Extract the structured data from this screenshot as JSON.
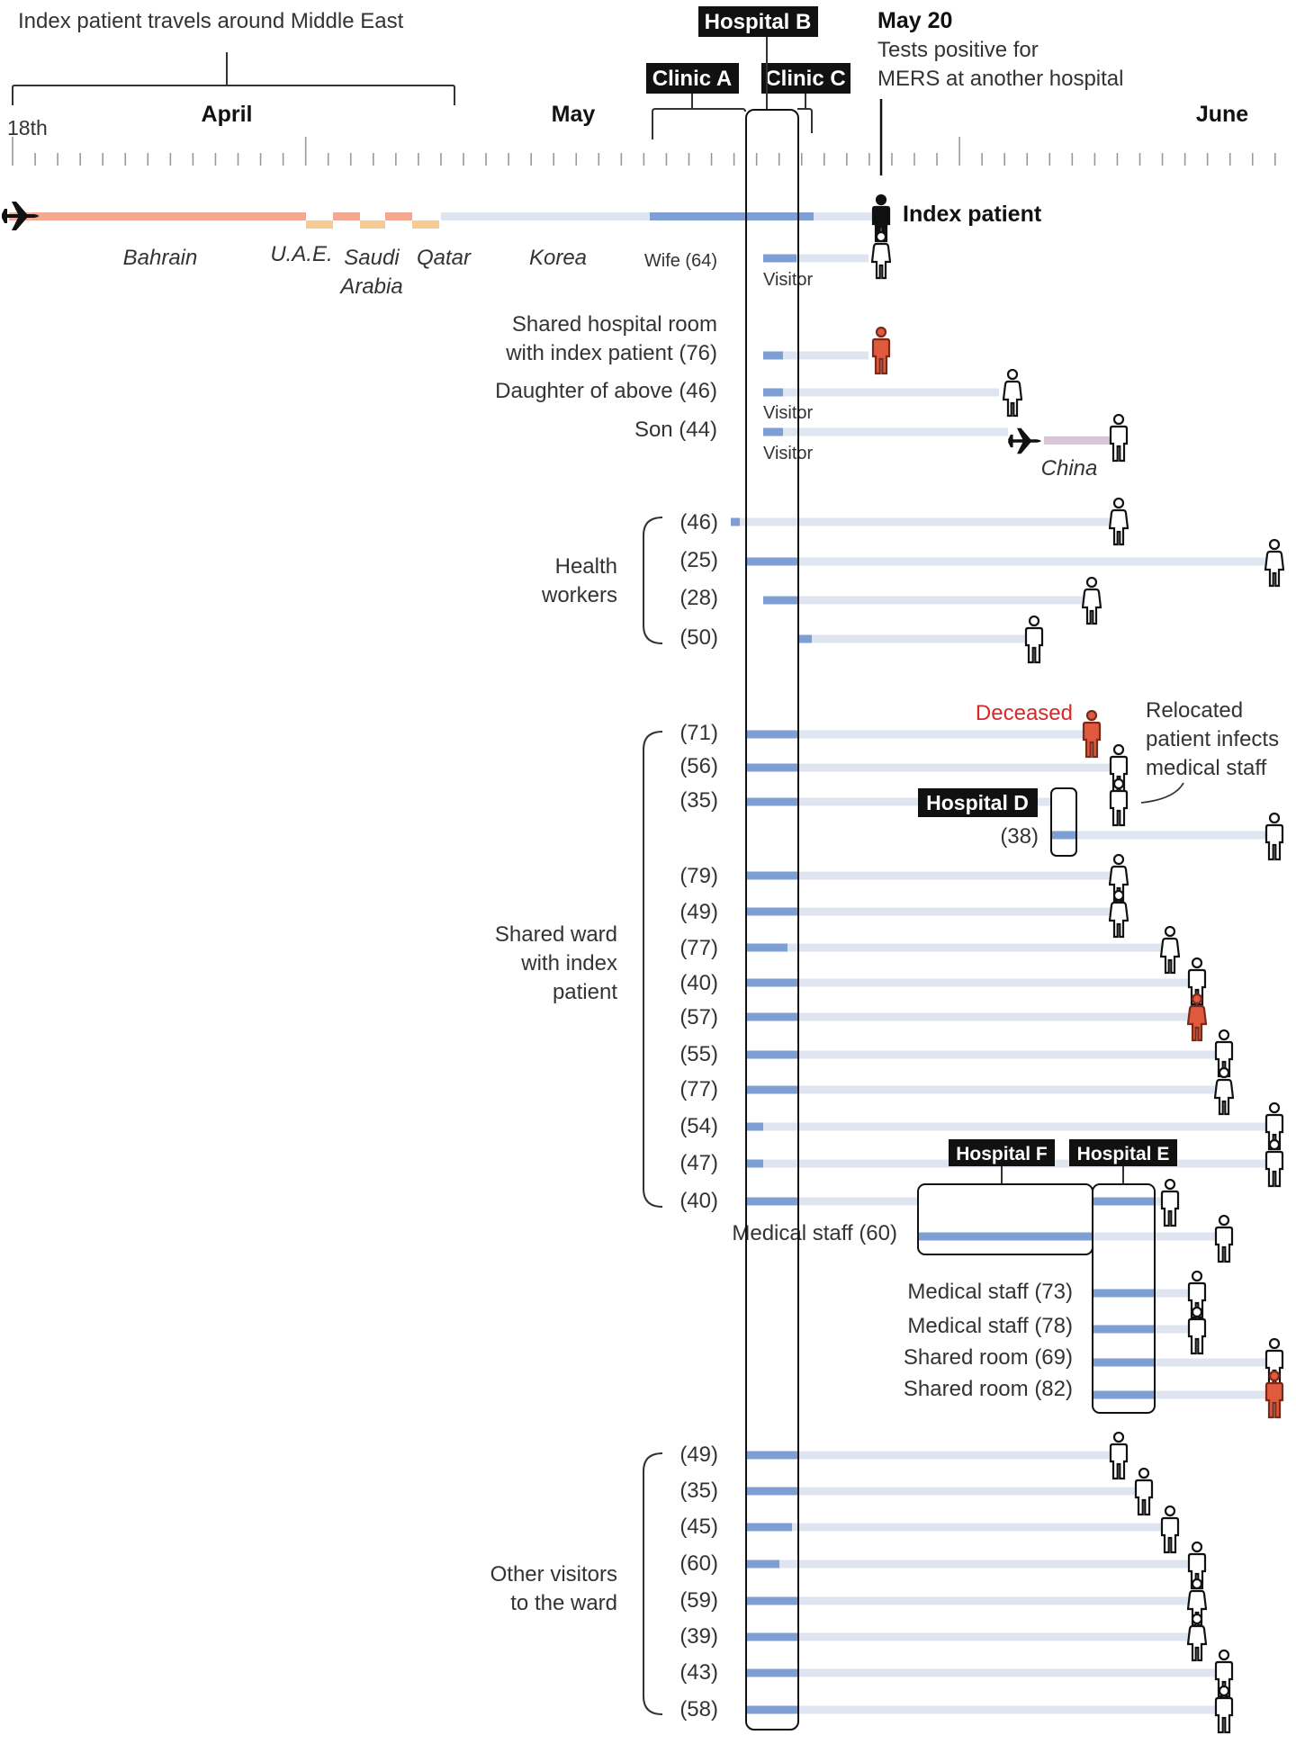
{
  "header": {
    "travel_note": "Index patient travels around Middle East",
    "start_label": "18th",
    "months": [
      "April",
      "May",
      "June"
    ],
    "event_date": "May 20",
    "event_line1": "Tests positive for",
    "event_line2": "MERS at another hospital"
  },
  "places": {
    "hospital_b": "Hospital B",
    "clinic_a": "Clinic A",
    "clinic_c": "Clinic C",
    "hospital_d": "Hospital D",
    "hospital_e": "Hospital E",
    "hospital_f": "Hospital F"
  },
  "countries": {
    "bahrain": "Bahrain",
    "uae": "U.A.E.",
    "saudi1": "Saudi",
    "saudi2": "Arabia",
    "qatar": "Qatar",
    "korea": "Korea",
    "china": "China"
  },
  "index_patient": "Index patient",
  "visitor_label": "Visitor",
  "deceased_label": "Deceased",
  "relocated": [
    "Relocated",
    "patient infects",
    "medical staff"
  ],
  "groups": {
    "health": [
      "Health",
      "workers"
    ],
    "ward": [
      "Shared ward",
      "with index",
      "patient"
    ],
    "visitors": [
      "Other visitors",
      "to the ward"
    ]
  },
  "person_labels": {
    "wife": "Wife (64)",
    "shared_room1": "Shared hospital room",
    "shared_room2": "with index patient (76)",
    "daughter": "Daughter of above (46)",
    "son": "Son (44)",
    "hd": "(38)",
    "medstaff60": "Medical staff  (60)",
    "medstaff73": "Medical staff  (73)",
    "medstaff78": "Medical staff  (78)",
    "shared69": "Shared room  (69)",
    "shared82": "Shared room  (82)"
  },
  "ages": {
    "health": [
      "(46)",
      "(25)",
      "(28)",
      "(50)"
    ],
    "ward": [
      "(71)",
      "(56)",
      "(35)",
      "(79)",
      "(49)",
      "(77)",
      "(40)",
      "(57)",
      "(55)",
      "(77)",
      "(54)",
      "(47)",
      "(40)"
    ],
    "visitors": [
      "(49)",
      "(35)",
      "(45)",
      "(60)",
      "(59)",
      "(39)",
      "(43)",
      "(58)"
    ]
  },
  "colors": {
    "middle_east": "#f4a891",
    "transit": "#f7cc94",
    "hospital_stay": "#7e9fd3",
    "timeline": "#dfe4f1",
    "china_trip": "#d9c4da",
    "deceased": "#e05a3e",
    "deceased_text": "#d42a2a"
  },
  "icons": {
    "plane": "plane-icon",
    "person": "person-icon"
  }
}
